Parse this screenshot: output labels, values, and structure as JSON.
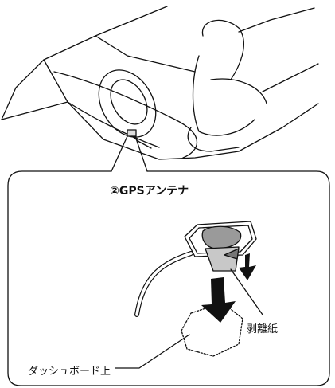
{
  "diagram": {
    "title": "②GPSアンテナ",
    "release_paper_label": "剥離紙",
    "dashboard_label": "ダッシュボード上"
  }
}
